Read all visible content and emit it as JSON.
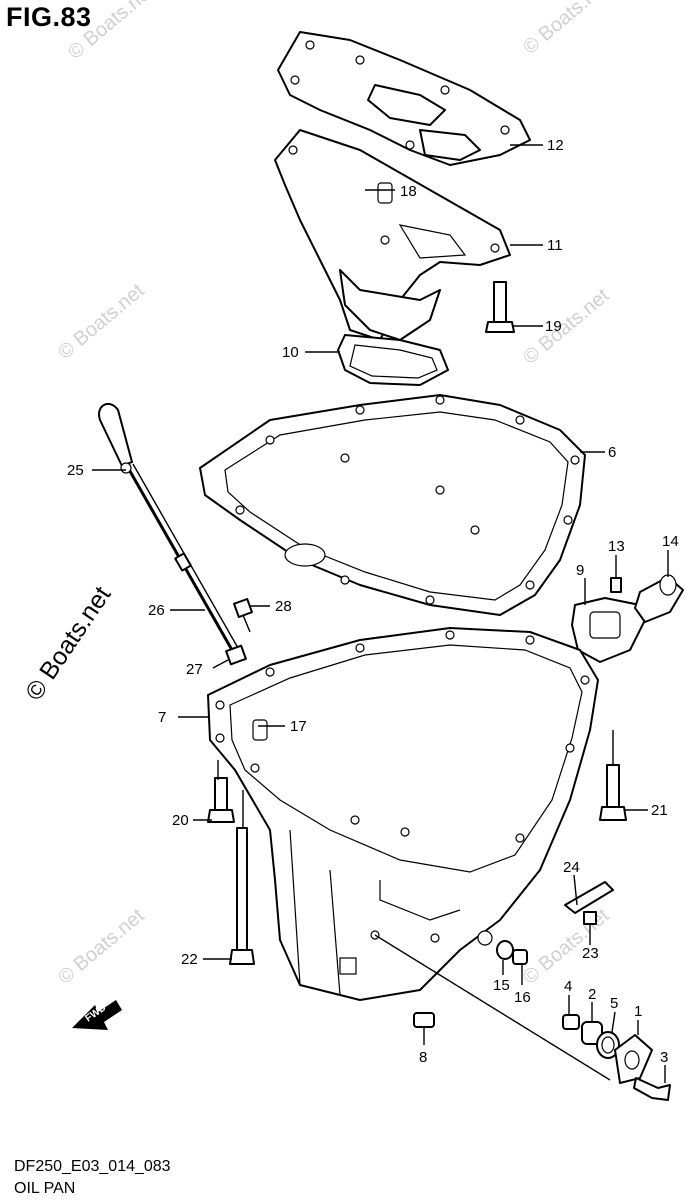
{
  "figure": {
    "title": "FIG.83",
    "code": "DF250_E03_014_083",
    "name": "OIL PAN",
    "watermark": "© Boats.net",
    "fwd_label": "FWD"
  },
  "callouts": [
    {
      "id": "c1",
      "label": "1"
    },
    {
      "id": "c2",
      "label": "2"
    },
    {
      "id": "c3",
      "label": "3"
    },
    {
      "id": "c4",
      "label": "4"
    },
    {
      "id": "c5",
      "label": "5"
    },
    {
      "id": "c6",
      "label": "6"
    },
    {
      "id": "c7",
      "label": "7"
    },
    {
      "id": "c8",
      "label": "8"
    },
    {
      "id": "c9",
      "label": "9"
    },
    {
      "id": "c10",
      "label": "10"
    },
    {
      "id": "c11",
      "label": "11"
    },
    {
      "id": "c12",
      "label": "12"
    },
    {
      "id": "c13",
      "label": "13"
    },
    {
      "id": "c14",
      "label": "14"
    },
    {
      "id": "c15",
      "label": "15"
    },
    {
      "id": "c16",
      "label": "16"
    },
    {
      "id": "c17",
      "label": "17"
    },
    {
      "id": "c18",
      "label": "18"
    },
    {
      "id": "c19",
      "label": "19"
    },
    {
      "id": "c20",
      "label": "20"
    },
    {
      "id": "c21",
      "label": "21"
    },
    {
      "id": "c22",
      "label": "22"
    },
    {
      "id": "c23",
      "label": "23"
    },
    {
      "id": "c24",
      "label": "24"
    },
    {
      "id": "c25",
      "label": "25"
    },
    {
      "id": "c26",
      "label": "26"
    },
    {
      "id": "c27",
      "label": "27"
    },
    {
      "id": "c28",
      "label": "28"
    }
  ]
}
